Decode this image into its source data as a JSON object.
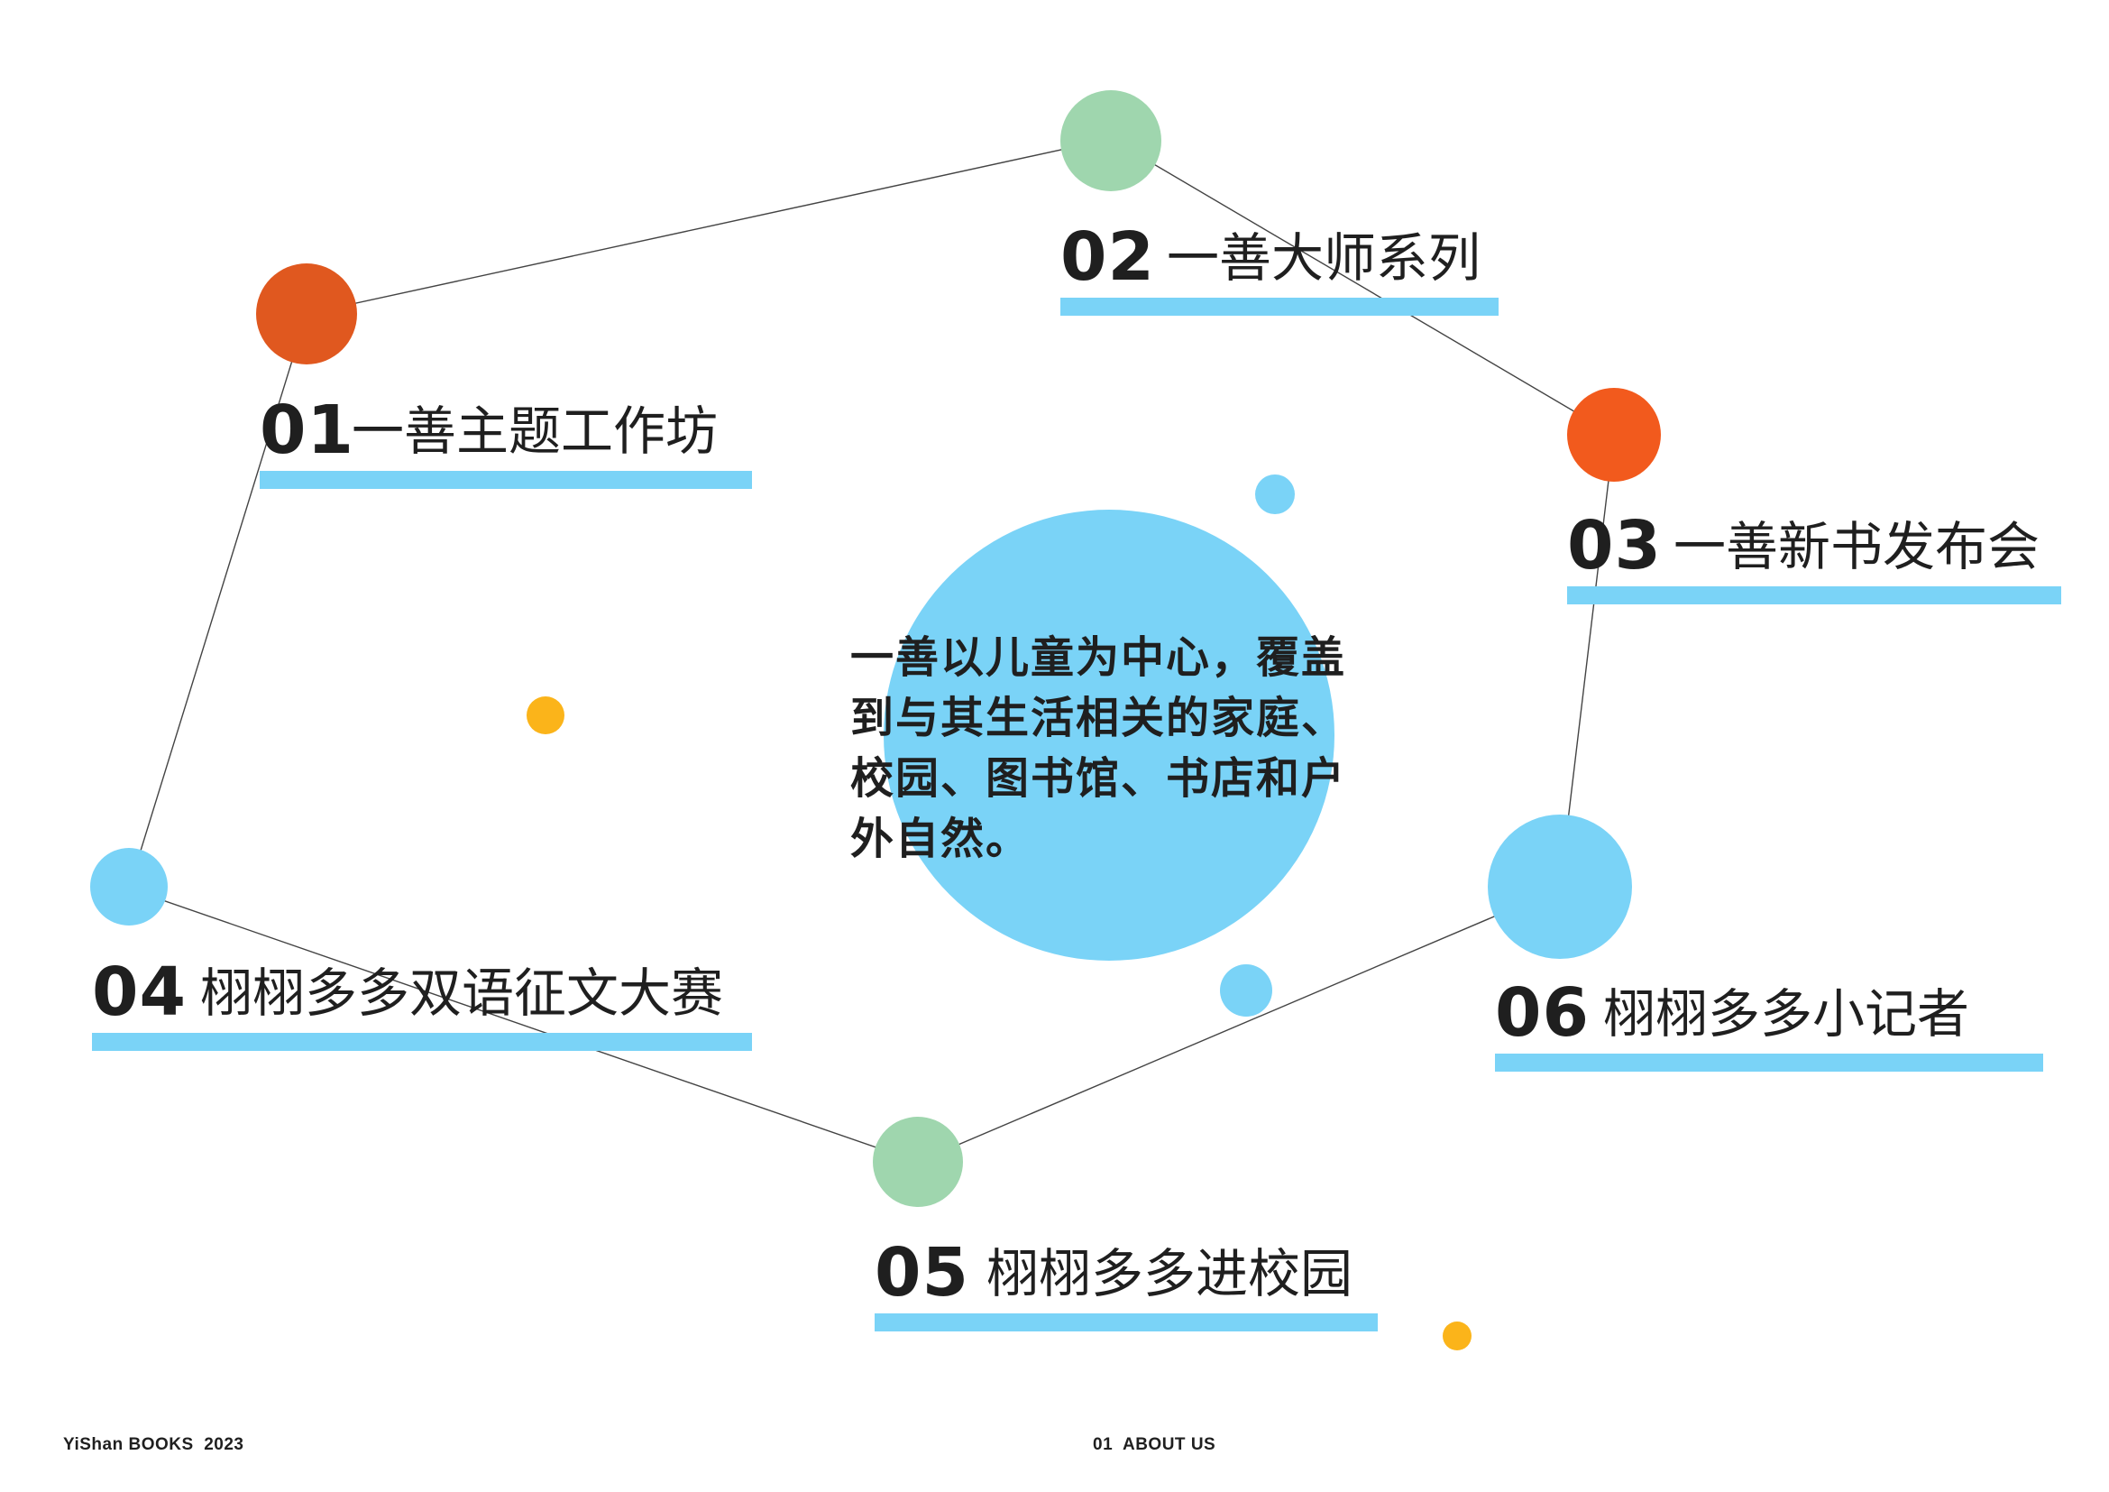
{
  "items": [
    {
      "number": "01",
      "label": "一善主题工作坊"
    },
    {
      "number": "02",
      "label": "一善大师系列"
    },
    {
      "number": "03",
      "label": "一善新书发布会"
    },
    {
      "number": "04",
      "label": "栩栩多多双语征文大赛"
    },
    {
      "number": "05",
      "label": "栩栩多多进校园"
    },
    {
      "number": "06",
      "label": "栩栩多多小记者"
    }
  ],
  "center_text": "一善以儿童为中心，覆盖到与其生活相关的家庭、校园、图书馆、书店和户外自然。",
  "footer": {
    "brand": "YiShan BOOKS  2023",
    "section": "01  ABOUT US"
  },
  "colors": {
    "blue": "#7ad3f7",
    "green": "#9fd6ae",
    "orange_dark": "#e0581f",
    "orange": "#f25a1d",
    "yellow": "#fbb41a",
    "text": "#1f1f1f"
  }
}
